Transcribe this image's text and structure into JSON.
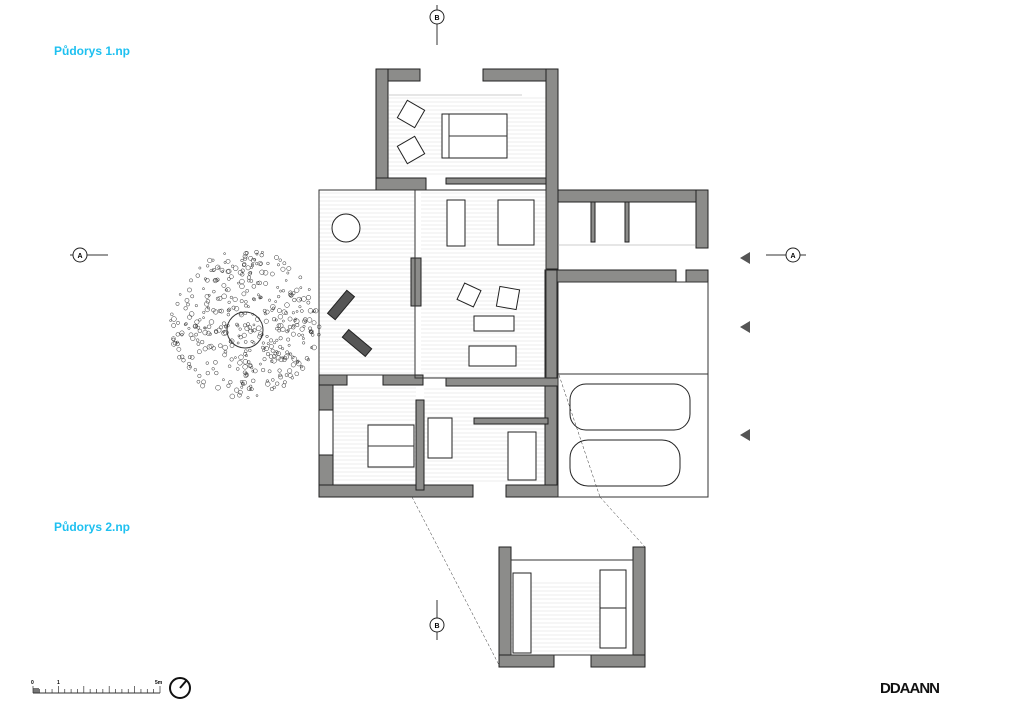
{
  "plans": {
    "ground_floor_title": "Půdorys 1.np",
    "upper_floor_title": "Půdorys 2.np"
  },
  "section_markers": {
    "a_label": "A",
    "b_label": "B"
  },
  "scale_bar": {
    "start": "0",
    "mid": "1",
    "end": "5m"
  },
  "logo": "DDAANN",
  "colors": {
    "title": "#1ec0f0",
    "wall": "#8c8c8a",
    "line": "#222222"
  },
  "icons": [
    "north-arrow-icon",
    "section-marker-icon",
    "entrance-arrow-icon",
    "tree-icon"
  ]
}
